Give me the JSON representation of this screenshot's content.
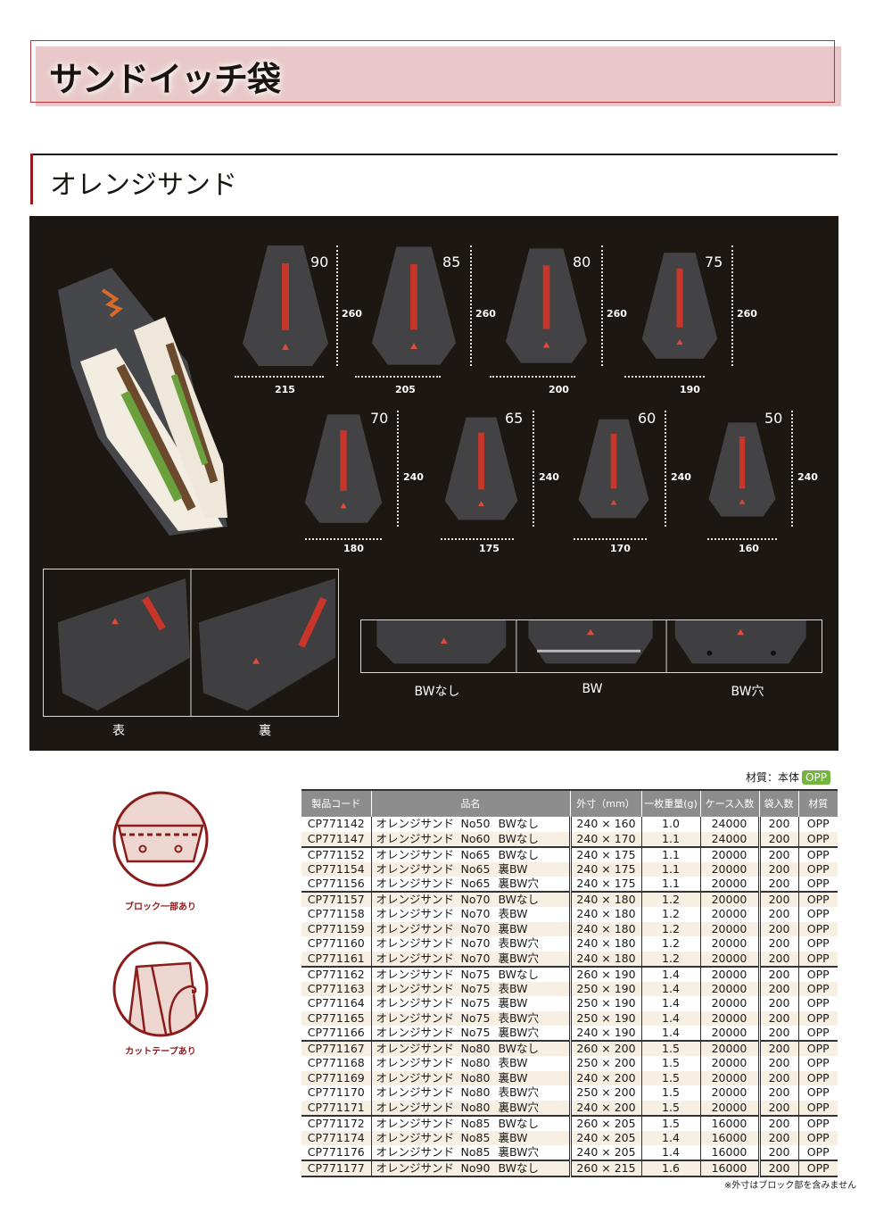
{
  "header": {
    "main_title": "サンドイッチ袋",
    "sub_title": "オレンジサンド"
  },
  "colors": {
    "accent_red": "#9a1a1e",
    "title_band": "#e8c8c9",
    "photo_bg": "#1c1712",
    "table_header_bg": "#8d8d8d",
    "zebra_row": "#f8efe3",
    "opp_badge": "#74b53c",
    "icon_red": "#8a1c1c",
    "icon_fill": "#ecd6cf"
  },
  "photo_panel": {
    "bags_row1": [
      {
        "size": "90",
        "height": "260",
        "width": "215"
      },
      {
        "size": "85",
        "height": "260",
        "width": "205"
      },
      {
        "size": "80",
        "height": "260",
        "width": "200"
      },
      {
        "size": "75",
        "height": "260",
        "width": "190"
      }
    ],
    "bags_row2": [
      {
        "size": "70",
        "height": "240",
        "width": "180"
      },
      {
        "size": "65",
        "height": "240",
        "width": "175"
      },
      {
        "size": "60",
        "height": "240",
        "width": "170"
      },
      {
        "size": "50",
        "height": "240",
        "width": "160"
      }
    ],
    "front_back_labels": [
      "表",
      "裏"
    ],
    "bw_labels": [
      "BWなし",
      "BW",
      "BW穴"
    ]
  },
  "icons": [
    {
      "name": "block-icon",
      "caption": "ブロック一部あり"
    },
    {
      "name": "cut-tape-icon",
      "caption": "カットテープあり"
    }
  ],
  "material_note": {
    "label": "材質：本体",
    "badge": "OPP"
  },
  "table": {
    "headers": [
      "製品コード",
      "品名",
      "外寸（mm）",
      "一枚重量(g)",
      "ケース入数",
      "袋入数",
      "材質"
    ],
    "rows": [
      {
        "code": "CP771142",
        "name": "オレンジサンド",
        "no": "No50",
        "type": "BWなし",
        "size": "240 × 160",
        "weight": "1.0",
        "case": "24000",
        "bag": "200",
        "material": "OPP"
      },
      {
        "code": "CP771147",
        "name": "オレンジサンド",
        "no": "No60",
        "type": "BWなし",
        "size": "240 × 170",
        "weight": "1.1",
        "case": "24000",
        "bag": "200",
        "material": "OPP"
      },
      {
        "code": "CP771152",
        "name": "オレンジサンド",
        "no": "No65",
        "type": "BWなし",
        "size": "240 × 175",
        "weight": "1.1",
        "case": "20000",
        "bag": "200",
        "material": "OPP"
      },
      {
        "code": "CP771154",
        "name": "オレンジサンド",
        "no": "No65",
        "type": "裏BW",
        "size": "240 × 175",
        "weight": "1.1",
        "case": "20000",
        "bag": "200",
        "material": "OPP"
      },
      {
        "code": "CP771156",
        "name": "オレンジサンド",
        "no": "No65",
        "type": "裏BW穴",
        "size": "240 × 175",
        "weight": "1.1",
        "case": "20000",
        "bag": "200",
        "material": "OPP"
      },
      {
        "code": "CP771157",
        "name": "オレンジサンド",
        "no": "No70",
        "type": "BWなし",
        "size": "240 × 180",
        "weight": "1.2",
        "case": "20000",
        "bag": "200",
        "material": "OPP"
      },
      {
        "code": "CP771158",
        "name": "オレンジサンド",
        "no": "No70",
        "type": "表BW",
        "size": "240 × 180",
        "weight": "1.2",
        "case": "20000",
        "bag": "200",
        "material": "OPP"
      },
      {
        "code": "CP771159",
        "name": "オレンジサンド",
        "no": "No70",
        "type": "裏BW",
        "size": "240 × 180",
        "weight": "1.2",
        "case": "20000",
        "bag": "200",
        "material": "OPP"
      },
      {
        "code": "CP771160",
        "name": "オレンジサンド",
        "no": "No70",
        "type": "表BW穴",
        "size": "240 × 180",
        "weight": "1.2",
        "case": "20000",
        "bag": "200",
        "material": "OPP"
      },
      {
        "code": "CP771161",
        "name": "オレンジサンド",
        "no": "No70",
        "type": "裏BW穴",
        "size": "240 × 180",
        "weight": "1.2",
        "case": "20000",
        "bag": "200",
        "material": "OPP"
      },
      {
        "code": "CP771162",
        "name": "オレンジサンド",
        "no": "No75",
        "type": "BWなし",
        "size": "260 × 190",
        "weight": "1.4",
        "case": "20000",
        "bag": "200",
        "material": "OPP"
      },
      {
        "code": "CP771163",
        "name": "オレンジサンド",
        "no": "No75",
        "type": "表BW",
        "size": "250 × 190",
        "weight": "1.4",
        "case": "20000",
        "bag": "200",
        "material": "OPP"
      },
      {
        "code": "CP771164",
        "name": "オレンジサンド",
        "no": "No75",
        "type": "裏BW",
        "size": "250 × 190",
        "weight": "1.4",
        "case": "20000",
        "bag": "200",
        "material": "OPP"
      },
      {
        "code": "CP771165",
        "name": "オレンジサンド",
        "no": "No75",
        "type": "表BW穴",
        "size": "250 × 190",
        "weight": "1.4",
        "case": "20000",
        "bag": "200",
        "material": "OPP"
      },
      {
        "code": "CP771166",
        "name": "オレンジサンド",
        "no": "No75",
        "type": "裏BW穴",
        "size": "240 × 190",
        "weight": "1.4",
        "case": "20000",
        "bag": "200",
        "material": "OPP"
      },
      {
        "code": "CP771167",
        "name": "オレンジサンド",
        "no": "No80",
        "type": "BWなし",
        "size": "260 × 200",
        "weight": "1.5",
        "case": "20000",
        "bag": "200",
        "material": "OPP"
      },
      {
        "code": "CP771168",
        "name": "オレンジサンド",
        "no": "No80",
        "type": "表BW",
        "size": "250 × 200",
        "weight": "1.5",
        "case": "20000",
        "bag": "200",
        "material": "OPP"
      },
      {
        "code": "CP771169",
        "name": "オレンジサンド",
        "no": "No80",
        "type": "裏BW",
        "size": "240 × 200",
        "weight": "1.5",
        "case": "20000",
        "bag": "200",
        "material": "OPP"
      },
      {
        "code": "CP771170",
        "name": "オレンジサンド",
        "no": "No80",
        "type": "表BW穴",
        "size": "250 × 200",
        "weight": "1.5",
        "case": "20000",
        "bag": "200",
        "material": "OPP"
      },
      {
        "code": "CP771171",
        "name": "オレンジサンド",
        "no": "No80",
        "type": "裏BW穴",
        "size": "240 × 200",
        "weight": "1.5",
        "case": "20000",
        "bag": "200",
        "material": "OPP"
      },
      {
        "code": "CP771172",
        "name": "オレンジサンド",
        "no": "No85",
        "type": "BWなし",
        "size": "260 × 205",
        "weight": "1.5",
        "case": "16000",
        "bag": "200",
        "material": "OPP"
      },
      {
        "code": "CP771174",
        "name": "オレンジサンド",
        "no": "No85",
        "type": "裏BW",
        "size": "240 × 205",
        "weight": "1.4",
        "case": "16000",
        "bag": "200",
        "material": "OPP"
      },
      {
        "code": "CP771176",
        "name": "オレンジサンド",
        "no": "No85",
        "type": "裏BW穴",
        "size": "240 × 205",
        "weight": "1.4",
        "case": "16000",
        "bag": "200",
        "material": "OPP"
      },
      {
        "code": "CP771177",
        "name": "オレンジサンド",
        "no": "No90",
        "type": "BWなし",
        "size": "260 × 215",
        "weight": "1.6",
        "case": "16000",
        "bag": "200",
        "material": "OPP"
      }
    ]
  },
  "footnote": "※外寸はブロック部を含みません"
}
